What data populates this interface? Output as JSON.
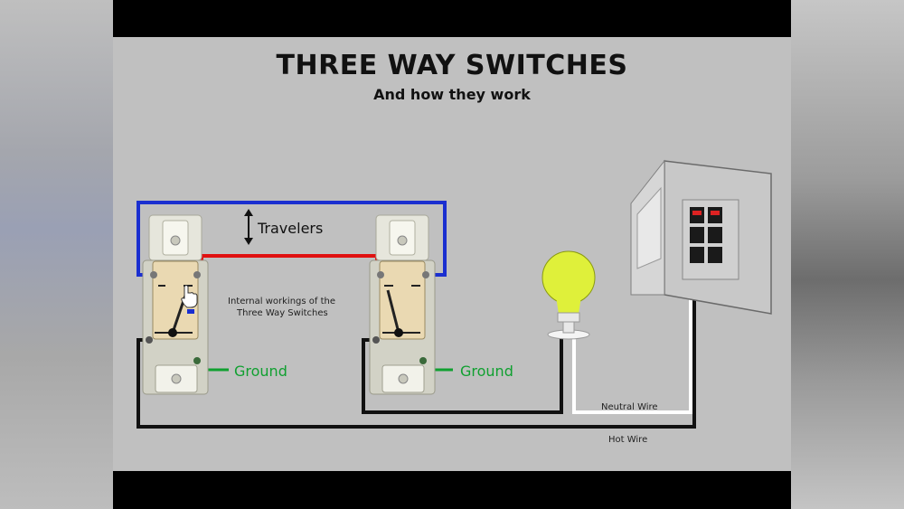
{
  "header": {
    "title": "THREE WAY SWITCHES",
    "subtitle": "And how they work"
  },
  "labels": {
    "travelers": "Travelers",
    "internal_line1": "Internal workings of  the",
    "internal_line2": "Three Way Switches",
    "ground_left": "Ground",
    "ground_right": "Ground",
    "neutral": "Neutral Wire",
    "hot": "Hot Wire"
  },
  "colors": {
    "traveler_blue": "#1a2fd0",
    "traveler_red": "#e01010",
    "ground_green": "#10a030",
    "hot_black": "#111111",
    "neutral_white": "#ffffff",
    "bulb": "#dff03a"
  },
  "icons": [
    "double-arrow-icon",
    "hand-pointer-icon",
    "light-bulb-icon",
    "breaker-panel-icon"
  ]
}
